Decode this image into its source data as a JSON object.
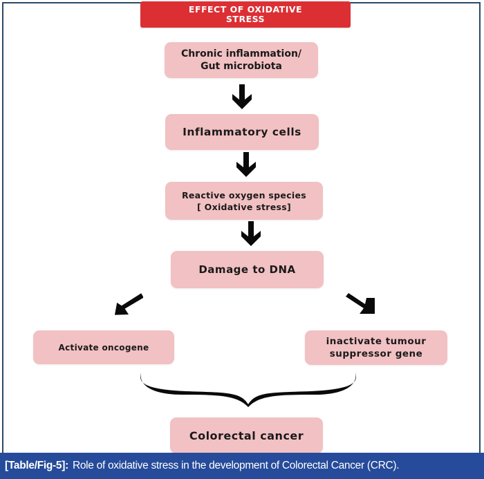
{
  "title": {
    "lines": [
      "EFFECT OF OXIDATIVE",
      "STRESS"
    ],
    "background": "#dc2f34"
  },
  "nodes": {
    "chronic": {
      "lines": [
        "Chronic inflammation/",
        "Gut microbiota"
      ]
    },
    "inflammatory": {
      "lines": [
        "Inflammatory cells"
      ]
    },
    "ros": {
      "lines": [
        "Reactive oxygen species",
        "[ Oxidative stress]"
      ]
    },
    "dna": {
      "lines": [
        "Damage to DNA"
      ]
    },
    "oncogene": {
      "lines": [
        "Activate oncogene"
      ]
    },
    "suppressor": {
      "lines": [
        "inactivate tumour",
        "suppressor gene"
      ]
    },
    "crc": {
      "lines": [
        "Colorectal cancer"
      ]
    }
  },
  "edges": [
    {
      "from": "chronic",
      "to": "inflammatory",
      "icon": "arrow-down-icon"
    },
    {
      "from": "inflammatory",
      "to": "ros",
      "icon": "arrow-down-icon"
    },
    {
      "from": "ros",
      "to": "dna",
      "icon": "arrow-down-icon"
    },
    {
      "from": "dna",
      "to": "oncogene",
      "icon": "arrow-down-left-icon"
    },
    {
      "from": "dna",
      "to": "suppressor",
      "icon": "arrow-down-right-icon"
    },
    {
      "from": [
        "oncogene",
        "suppressor"
      ],
      "to": "crc",
      "icon": "curly-brace-icon"
    }
  ],
  "colors": {
    "node_fill": "#f2c1c3",
    "frame_border": "#2a4a63",
    "caption_bg": "#264b9a"
  },
  "caption": {
    "label": "[Table/Fig-5]:",
    "text": "Role of oxidative stress in the development of Colorectal Cancer (CRC)."
  }
}
